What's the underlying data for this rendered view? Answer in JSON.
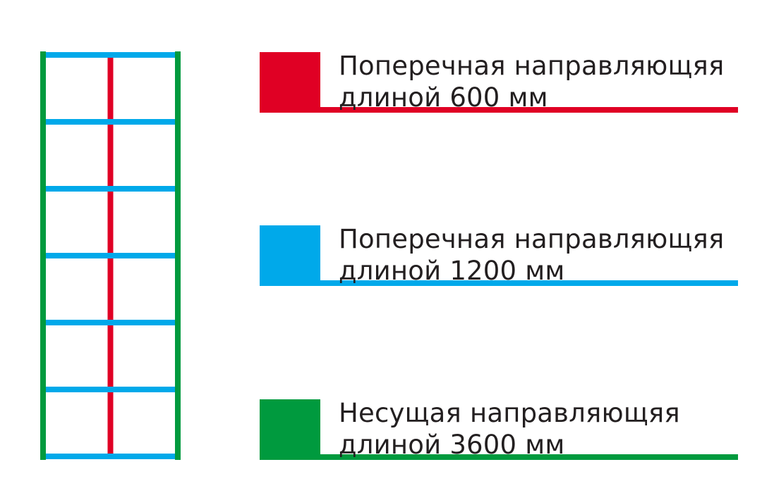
{
  "colors": {
    "red": "#e00024",
    "blue": "#00a9ea",
    "green": "#009a3e"
  },
  "legend": [
    {
      "key": "red",
      "line1": "Поперечная направляющяя",
      "line2": "длиной 600 мм"
    },
    {
      "key": "blue",
      "line1": "Поперечная направляющяя",
      "line2": "длиной 1200 мм"
    },
    {
      "key": "green",
      "line1": "Несущая направляющяя",
      "line2": "длиной 3600 мм"
    }
  ],
  "frame": {
    "cross_rail_count": 7
  }
}
